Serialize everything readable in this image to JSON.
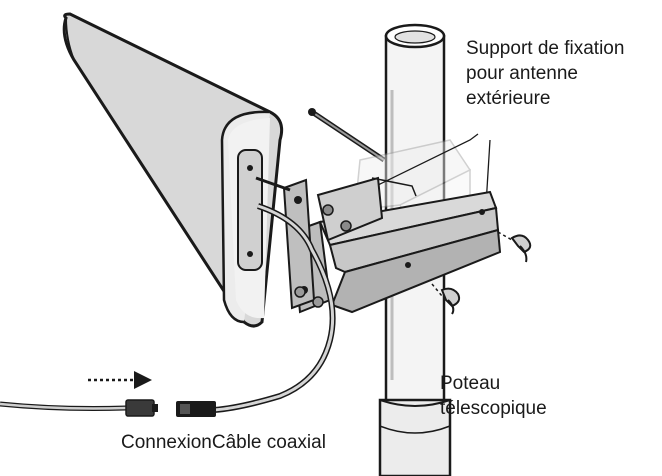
{
  "labels": {
    "bracket": {
      "line1": "Support de fixation",
      "line2": "pour antenne",
      "line3": "extérieure"
    },
    "pole": {
      "line1": "Poteau",
      "line2": "télescopique"
    },
    "connection": "ConnexionCâble coaxial"
  },
  "colors": {
    "ink": "#1a1a1a",
    "panel_face": "#d8d8d8",
    "panel_side": "#ececec",
    "metal": "#c4c4c4",
    "pole": "#f4f4f4"
  },
  "icons": [
    "dashed-arrow-icon",
    "wing-nut-icon"
  ]
}
